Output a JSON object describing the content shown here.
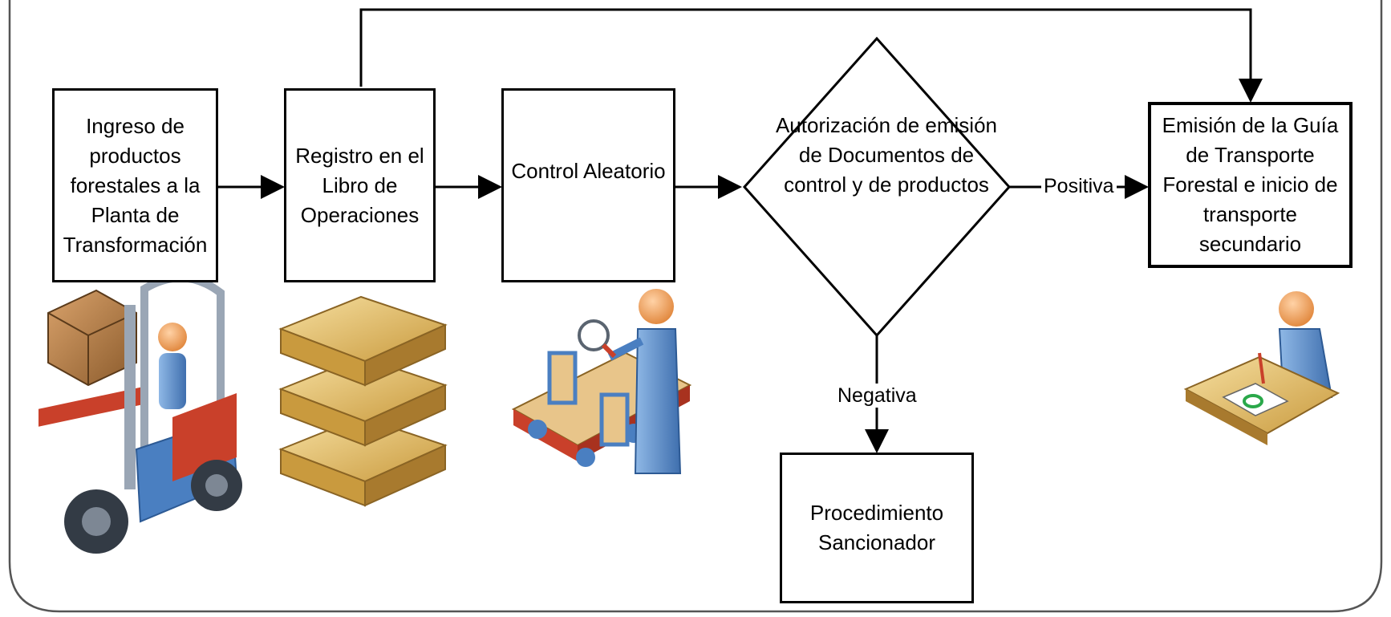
{
  "diagram": {
    "nodes": {
      "ingreso": "Ingreso de productos forestales a la Planta de Transformación",
      "registro": "Registro en el Libro de Operaciones",
      "control": "Control Aleatorio",
      "autorizacion": "Autorización de emisión de Documentos de control y de productos",
      "emision": "Emisión de la Guía de Transporte Forestal e inicio de transporte secundario",
      "procedimiento": "Procedimiento Sancionador"
    },
    "edges": {
      "positiva": "Positiva",
      "negativa": "Negativa"
    },
    "icons": [
      "forklift-icon",
      "stacked-books-icon",
      "inspector-conveyor-icon",
      "person-writing-icon"
    ],
    "colors": {
      "line": "#000000",
      "book": "#d9b86a",
      "person": "#5b8fc9",
      "skin": "#f0a060",
      "machine_red": "#c9402a"
    }
  }
}
